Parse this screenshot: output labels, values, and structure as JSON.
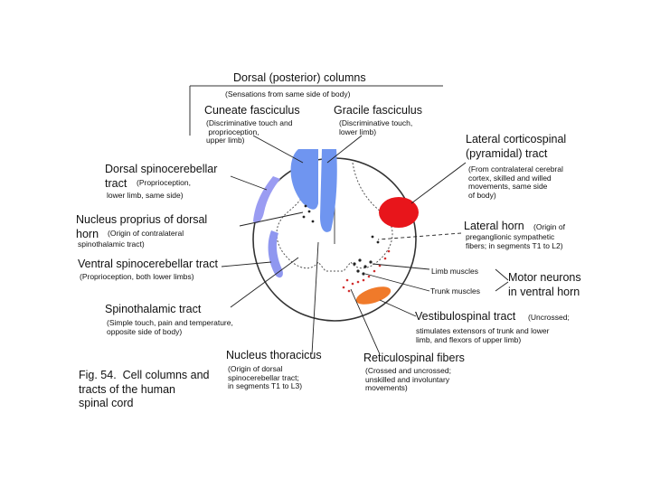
{
  "labels": {
    "dorsal_columns": "Dorsal (posterior) columns",
    "dorsal_columns_note": "(Sensations from same side of body)",
    "cuneate": "Cuneate fasciculus",
    "cuneate_note": "(Discriminative touch and\n proprioception,\nupper limb)",
    "gracile": "Gracile fasciculus",
    "gracile_note": "(Discriminative touch,\nlower limb)",
    "lateral_corticospinal": "Lateral corticospinal\n(pyramidal) tract",
    "lateral_corticospinal_note": "(From contralateral cerebral\ncortex, skilled and willed\nmovements, same side\nof body)",
    "dorsal_spinocerebellar": "Dorsal spinocerebellar\ntract",
    "dorsal_spinocerebellar_note": "(Proprioception,",
    "dorsal_spinocerebellar_note2": "lower limb, same side)",
    "nucleus_proprius": "Nucleus proprius of dorsal\nhorn",
    "nucleus_proprius_note": "(Origin of contralateral",
    "nucleus_proprius_note2": "spinothalamic tract)",
    "lateral_horn": "Lateral horn",
    "lateral_horn_note": "(Origin of",
    "lateral_horn_note2": "preganglionic sympathetic\nfibers; in segments T1 to L2)",
    "ventral_spinocerebellar": "Ventral spinocerebellar tract",
    "ventral_spinocerebellar_note": "(Proprioception, both lower limbs)",
    "limb_muscles": "Limb muscles",
    "trunk_muscles": "Trunk muscles",
    "motor_neurons": "Motor neurons\nin ventral horn",
    "spinothalamic": "Spinothalamic tract",
    "spinothalamic_note": "(Simple touch, pain and temperature,\nopposite side of body)",
    "vestibulospinal": "Vestibulospinal tract",
    "vestibulospinal_note": "(Uncrossed;",
    "vestibulospinal_note2": "stimulates extensors of trunk and lower\nlimb, and flexors of upper limb)",
    "nucleus_thoracicus": "Nucleus thoracicus",
    "nucleus_thoracicus_note": "(Origin of dorsal\nspinocerebellar tract;\nin segments T1 to L3)",
    "reticulospinal": "Reticulospinal fibers",
    "reticulospinal_note": "(Crossed and uncrossed;\nunskilled and involuntary\nmovements)",
    "caption": "Fig. 54.  Cell columns and\ntracts of the human\nspinal cord"
  },
  "colors": {
    "dorsal_columns_fill": "#6f95f0",
    "spinocerebellar_fill": "#9a9cf2",
    "corticospinal_fill": "#e8151b",
    "vestibulospinal_fill": "#f07a2a",
    "ventral_spinocerebellar_fill": "#8f97f0",
    "cord_outline": "#333333",
    "leader_lines": "#222222"
  }
}
